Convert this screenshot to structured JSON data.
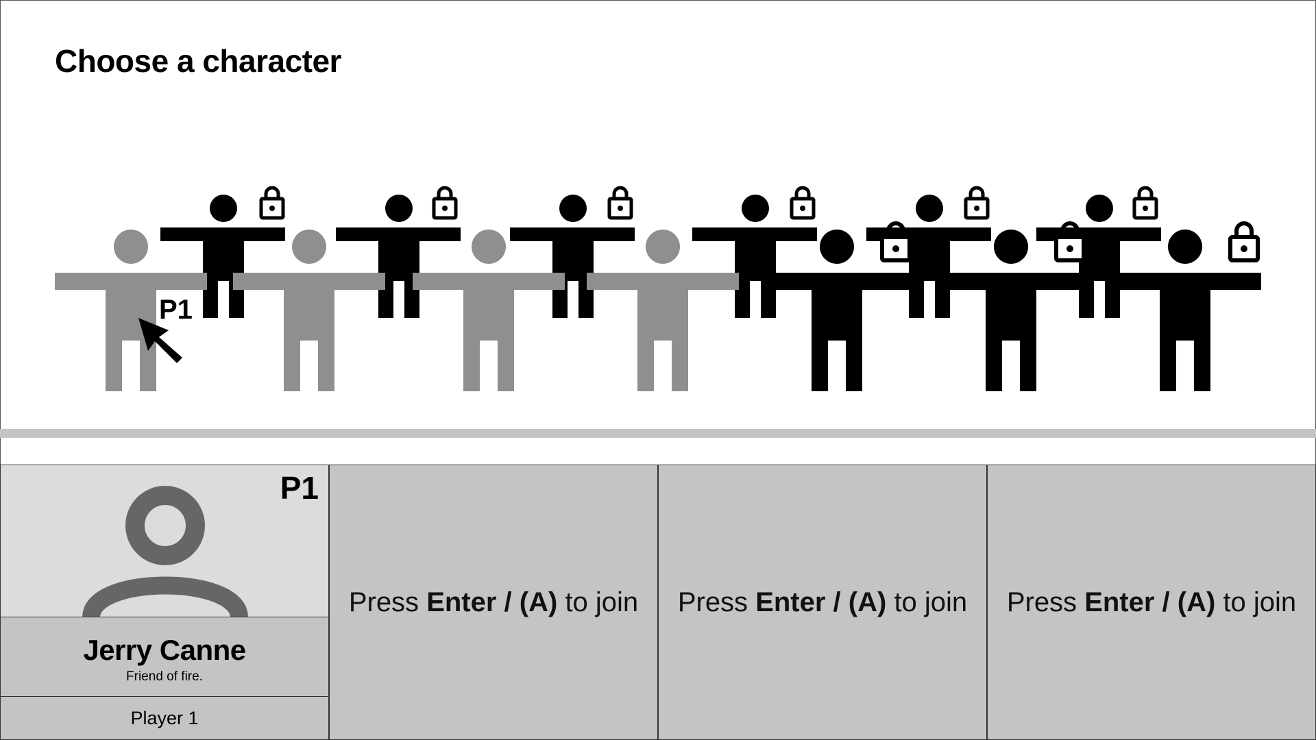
{
  "page": {
    "title": "Choose a character"
  },
  "roster": {
    "cursor": {
      "player": "P1",
      "selected_index": 0
    },
    "characters": [
      {
        "row": "back",
        "locked": true
      },
      {
        "row": "back",
        "locked": true
      },
      {
        "row": "back",
        "locked": true
      },
      {
        "row": "back",
        "locked": true
      },
      {
        "row": "back",
        "locked": true
      },
      {
        "row": "back",
        "locked": true
      },
      {
        "row": "front",
        "locked": false,
        "color": "#8f8f8f"
      },
      {
        "row": "front",
        "locked": false,
        "color": "#8f8f8f"
      },
      {
        "row": "front",
        "locked": false,
        "color": "#8f8f8f"
      },
      {
        "row": "front",
        "locked": false,
        "color": "#8f8f8f"
      },
      {
        "row": "front",
        "locked": true
      },
      {
        "row": "front",
        "locked": true
      },
      {
        "row": "front",
        "locked": true
      }
    ]
  },
  "colors": {
    "unlocked": "#8f8f8f",
    "locked": "#000000",
    "panel": "#c4c4c4",
    "portrait_bg": "#dcdcdc",
    "avatar": "#666666"
  },
  "slots": {
    "player1": {
      "badge": "P1",
      "name": "Jerry Canne",
      "tagline": "Friend of fire.",
      "label": "Player 1"
    },
    "join": {
      "prefix": "Press ",
      "keys": "Enter / (A)",
      "suffix": " to join"
    }
  }
}
